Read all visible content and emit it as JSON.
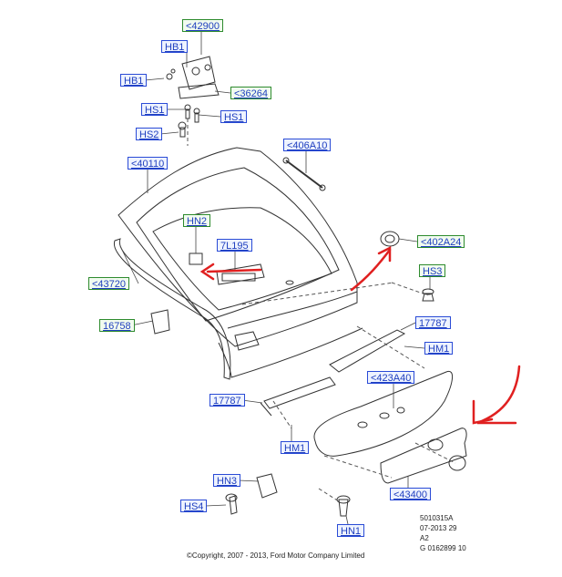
{
  "callouts": {
    "c42900": "<42900",
    "hb1_top": "HB1",
    "hb1_left": "HB1",
    "c36264": "<36264",
    "hs1_left": "HS1",
    "hs1_right": "HS1",
    "hs2": "HS2",
    "c406a10": "<406A10",
    "c40110": "<40110",
    "hn2": "HN2",
    "c7l195": "7L195",
    "c402a24": "<402A24",
    "hs3": "HS3",
    "c43720": "<43720",
    "c16758": "16758",
    "c17787_right": "17787",
    "hm1_right": "HM1",
    "c423a40": "<423A40",
    "c17787_left": "17787",
    "hm1_left": "HM1",
    "c43400": "<43400",
    "hn3": "HN3",
    "hs4": "HS4",
    "hn1": "HN1"
  },
  "reference": {
    "line1": "5010315A",
    "line2": "07-2013 29",
    "line3": "A2",
    "line4": "G 0162899 10"
  },
  "copyright": "©Copyright, 2007 - 2013, Ford Motor Company Limited",
  "colors": {
    "accent_arrow": "#e02020",
    "callout_blue": "#2a4bd6",
    "callout_green": "#2e8b2e"
  }
}
